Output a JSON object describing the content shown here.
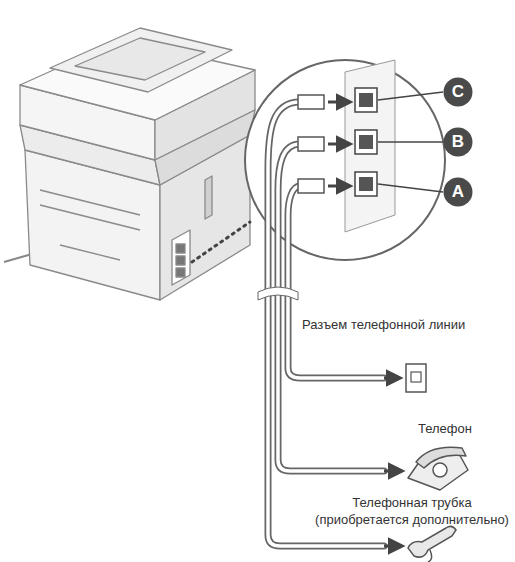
{
  "diagram": {
    "nodes": [
      {
        "text": [
          "C"
        ]
      },
      {
        "text": [
          "B"
        ]
      },
      {
        "text": [
          "A"
        ]
      }
    ],
    "labels": [
      "Разъем телефонной линии",
      "Телефон",
      "Телефонная трубка (приобретается дополнительно)"
    ]
  }
}
